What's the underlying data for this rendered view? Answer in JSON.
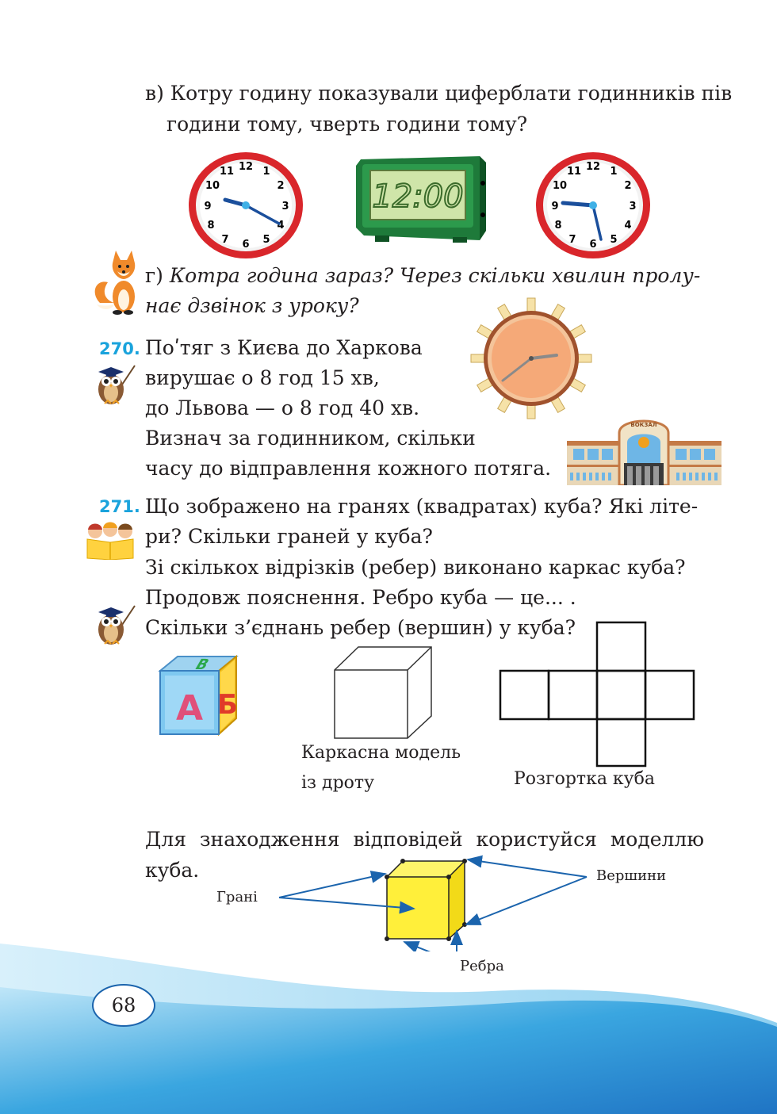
{
  "task_v": {
    "line1": "в) Котру годину показували циферблати годинників пів",
    "line2": "години тому, чверть години тому?"
  },
  "clocks": {
    "dial_numbers": [
      "12",
      "1",
      "2",
      "3",
      "4",
      "5",
      "6",
      "7",
      "8",
      "9",
      "10",
      "11"
    ],
    "digital_time": "12:00"
  },
  "task_g": {
    "letter": "г)",
    "line1": "Котра година зараз? Через скільки хвилин пролу-",
    "line2": "нає дзвінок з уроку?"
  },
  "task270": {
    "number": "270.",
    "lines": [
      "Поʹтяг з Києва до Харкова",
      "вирушає о 8 год 15 хв,",
      "до Львова — о 8 год 40 хв.",
      "Визнач за годинником, скільки",
      "часу до відправлення кожного потяга."
    ],
    "station_sign": "ВОКЗАЛ"
  },
  "task271": {
    "number": "271.",
    "lines": [
      "Що зображено на гранях (квадратах) куба? Які літе-",
      "ри? Скільки граней у куба?",
      "Зі скількох відрізків (ребер) виконано каркас куба?",
      "Продовж пояснення. Ребро куба — це... .",
      "Скільки з’єднань ребер (вершин) у куба?"
    ],
    "block_letters": [
      "А",
      "Б",
      "В"
    ],
    "wire_caption_1": "Каркасна модель",
    "wire_caption_2": "із дроту",
    "net_caption": "Розгортка куба"
  },
  "hint": {
    "line1": "Для знаходження відповідей користуйся моделлю",
    "line2": "куба.",
    "label_faces": "Грані",
    "label_vertices": "Вершини",
    "label_edges": "Ребра"
  },
  "page_number": "68"
}
